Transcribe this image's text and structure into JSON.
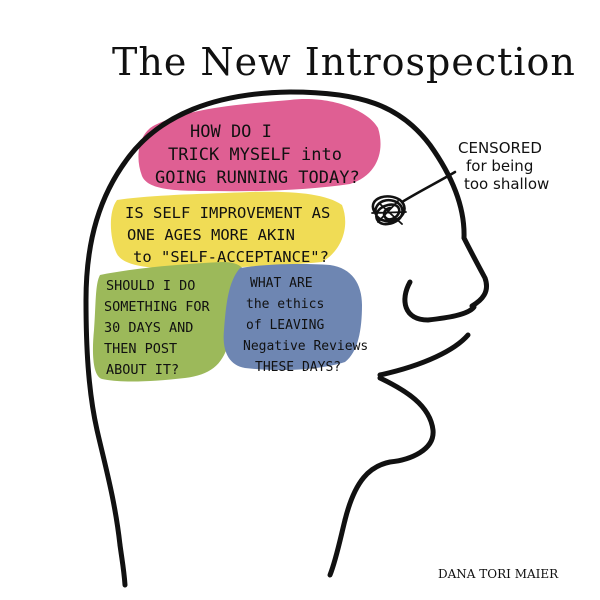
{
  "title": "The New Introspection",
  "thoughts": {
    "pink": {
      "color": "#df5f93",
      "lines": [
        "HOW DO I",
        "TRICK MYSELF into",
        "GOING RUNNING TODAY?"
      ]
    },
    "yellow": {
      "color": "#f0dc55",
      "lines": [
        "IS SELF IMPROVEMENT AS",
        "ONE AGES MORE AKIN",
        "to \"SELF-ACCEPTANCE\"?"
      ]
    },
    "green": {
      "color": "#9cb95a",
      "lines": [
        "SHOULD I DO",
        "SOMETHING FOR",
        "30 DAYS AND",
        "THEN POST",
        "ABOUT IT?"
      ]
    },
    "blue": {
      "color": "#6e86b2",
      "lines": [
        "WHAT ARE",
        "the ethics",
        "of LEAVING",
        "Negative Reviews",
        "THESE DAYS?"
      ]
    }
  },
  "censored_note": {
    "lines": [
      "CENSORED",
      "for being",
      "too shallow"
    ]
  },
  "signature": "DANA TORI MAIER",
  "colors": {
    "ink": "#111111",
    "paper": "#ffffff"
  },
  "icons": {
    "scribble": "scribble-icon"
  }
}
